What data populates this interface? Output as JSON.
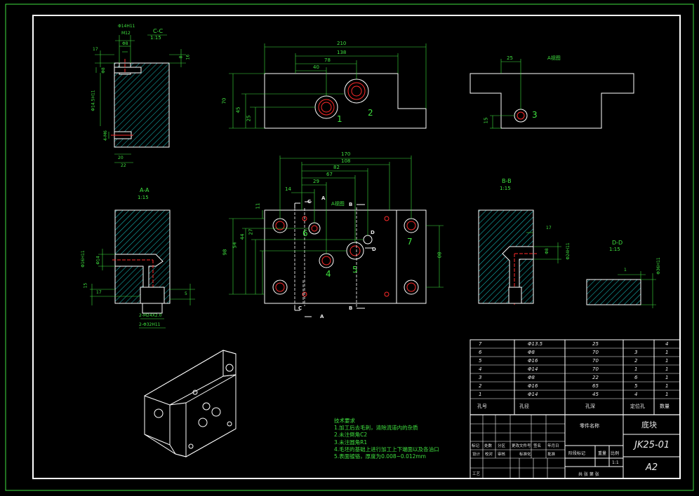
{
  "drawing": {
    "part_name": "底块",
    "drawing_no": "JK25-01",
    "sheet_size": "A2",
    "scale": "1:1",
    "parts_name_label": "零件名称"
  },
  "colors": {
    "background": "#000000",
    "frame": "#ffffff",
    "green": "#3fe13f",
    "red": "#ff2a2a",
    "hatch": "#18c8c8"
  },
  "sections": {
    "cc": {
      "title": "C-C",
      "scale": "1:15"
    },
    "aa": {
      "title": "A-A",
      "scale": "1:15"
    },
    "bb": {
      "title": "B-B",
      "scale": "1:15"
    },
    "dd": {
      "title": "D-D",
      "scale": "1:15"
    },
    "aview": {
      "title": "A视图"
    },
    "aview2": {
      "title": "A视图"
    }
  },
  "section_marks": {
    "a": "A",
    "b": "B",
    "c": "C",
    "d": "D"
  },
  "hole_numbers": {
    "n1": "1",
    "n2": "2",
    "n3": "3",
    "n4": "4",
    "n5": "5",
    "n6": "6",
    "n7": "7"
  },
  "dims": {
    "top_210": "210",
    "top_138": "138",
    "top_78": "78",
    "top_40": "40",
    "top_70": "70",
    "top_45": "45",
    "top_25": "25",
    "aview_25": "25",
    "aview_15": "15",
    "mid_170": "170",
    "mid_108": "108",
    "mid_82": "82",
    "mid_67": "67",
    "mid_29": "29",
    "mid_14": "14",
    "mid_11": "11",
    "mid_27": "27",
    "mid_44": "44",
    "mid_54": "54",
    "mid_98": "98",
    "mid_80": "80",
    "cc_m12": "M12",
    "cc_phi14": "Φ14H11",
    "cc_phi8": "Φ8",
    "cc_17": "17",
    "cc_8": "8",
    "cc_16": "16",
    "cc_phi8b": "Φ8",
    "cc_phi145": "Φ14.5H11",
    "cc_4m6": "4-M6",
    "cc_20": "20",
    "cc_22": "22",
    "aa_phi16": "Φ16H11",
    "aa_phi14": "Φ14",
    "aa_15": "15",
    "aa_17": "17",
    "aa_5": "5",
    "aa_2m24": "2-M24X2.0",
    "aa_2phi32": "2-Φ32H11",
    "bb_17": "17",
    "bb_phi8": "Φ8",
    "bb_phi24": "Φ24H11",
    "dd_1": "1",
    "dd_phi36": "Φ36H11"
  },
  "hole_table": {
    "headers": {
      "no": "孔号",
      "dia": "孔径",
      "depth": "孔深",
      "loc": "定位孔",
      "qty": "数量"
    },
    "rows": [
      {
        "no": "7",
        "dia": "Φ13.5",
        "depth": "25",
        "loc": "",
        "qty": "4"
      },
      {
        "no": "6",
        "dia": "Φ8",
        "depth": "70",
        "loc": "3",
        "qty": "1"
      },
      {
        "no": "5",
        "dia": "Φ16",
        "depth": "70",
        "loc": "2",
        "qty": "1"
      },
      {
        "no": "4",
        "dia": "Φ14",
        "depth": "70",
        "loc": "1",
        "qty": "1"
      },
      {
        "no": "3",
        "dia": "Φ8",
        "depth": "22",
        "loc": "6",
        "qty": "1"
      },
      {
        "no": "2",
        "dia": "Φ16",
        "depth": "65",
        "loc": "5",
        "qty": "1"
      },
      {
        "no": "1",
        "dia": "Φ14",
        "depth": "45",
        "loc": "4",
        "qty": "1"
      }
    ]
  },
  "title_block": {
    "stage_mark": "阶段标记",
    "weight": "重量",
    "ratio": "比例",
    "sheet_total": "共 张 第 张",
    "rev_cells": [
      "标记",
      "处数",
      "分区",
      "更改文件号",
      "签名",
      "年月日"
    ],
    "role_cells": [
      "设计",
      "校对",
      "审核",
      "工艺"
    ],
    "std_cells": [
      "标准化",
      "批准"
    ]
  },
  "notes": {
    "title": "技术要求",
    "items": [
      "1.加工后去毛刺，清除流道内的杂质",
      "2.未注倒角C2",
      "3.未注圆角R1",
      "4.毛坯的基础上进行加工上下端面以及各油口",
      "5.表面镀铬，厚度为0.008~0.012mm"
    ]
  }
}
